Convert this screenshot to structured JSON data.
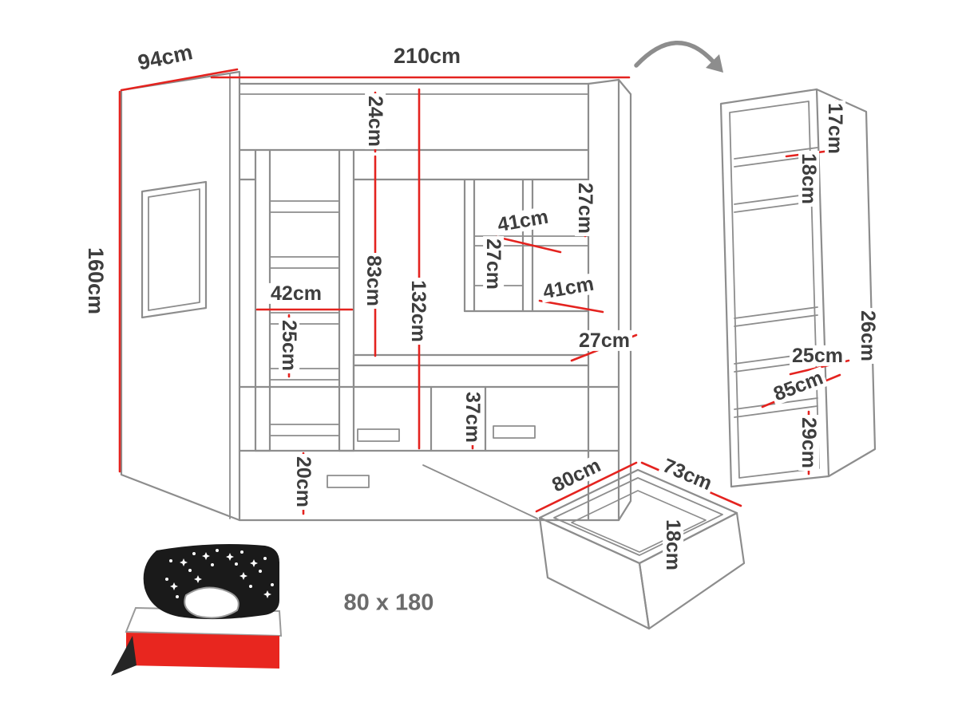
{
  "figure": {
    "product_size_label": "80 x 180"
  },
  "colors": {
    "line_gray": "#8d8d8d",
    "dimension_red": "#e4231f",
    "label_text": "#3e3e3e",
    "mattress_red": "#e8261f",
    "blanket_black": "#1a1a1a"
  },
  "icons": {
    "rotation_arrow_icon": "curved-arrow-right"
  },
  "bunk_bed_dims": {
    "top_width": "210cm",
    "top_depth": "94cm",
    "side_height": "160cm",
    "guard_rail_height": "24cm",
    "bunk_clearance": "83cm",
    "upper_bunk_height": "132cm",
    "upper_shelf_height": "27cm",
    "upper_shelf_width": "41cm",
    "middle_shelf_height": "27cm",
    "lower_shelf_width": "41cm",
    "shelf_depth": "27cm",
    "ladder_width": "42cm",
    "ladder_step_spacing": "25cm",
    "drawer_front_height": "37cm",
    "base_height": "20cm"
  },
  "cabinet_dims": {
    "top_gap": "17cm",
    "upper_shelf_space": "18cm",
    "side_depth": "26cm",
    "shelf_space": "25cm",
    "middle_section_height": "85cm",
    "bottom_shelf_space": "29cm"
  },
  "drawer_dims": {
    "width": "80cm",
    "depth": "73cm",
    "height": "18cm"
  }
}
